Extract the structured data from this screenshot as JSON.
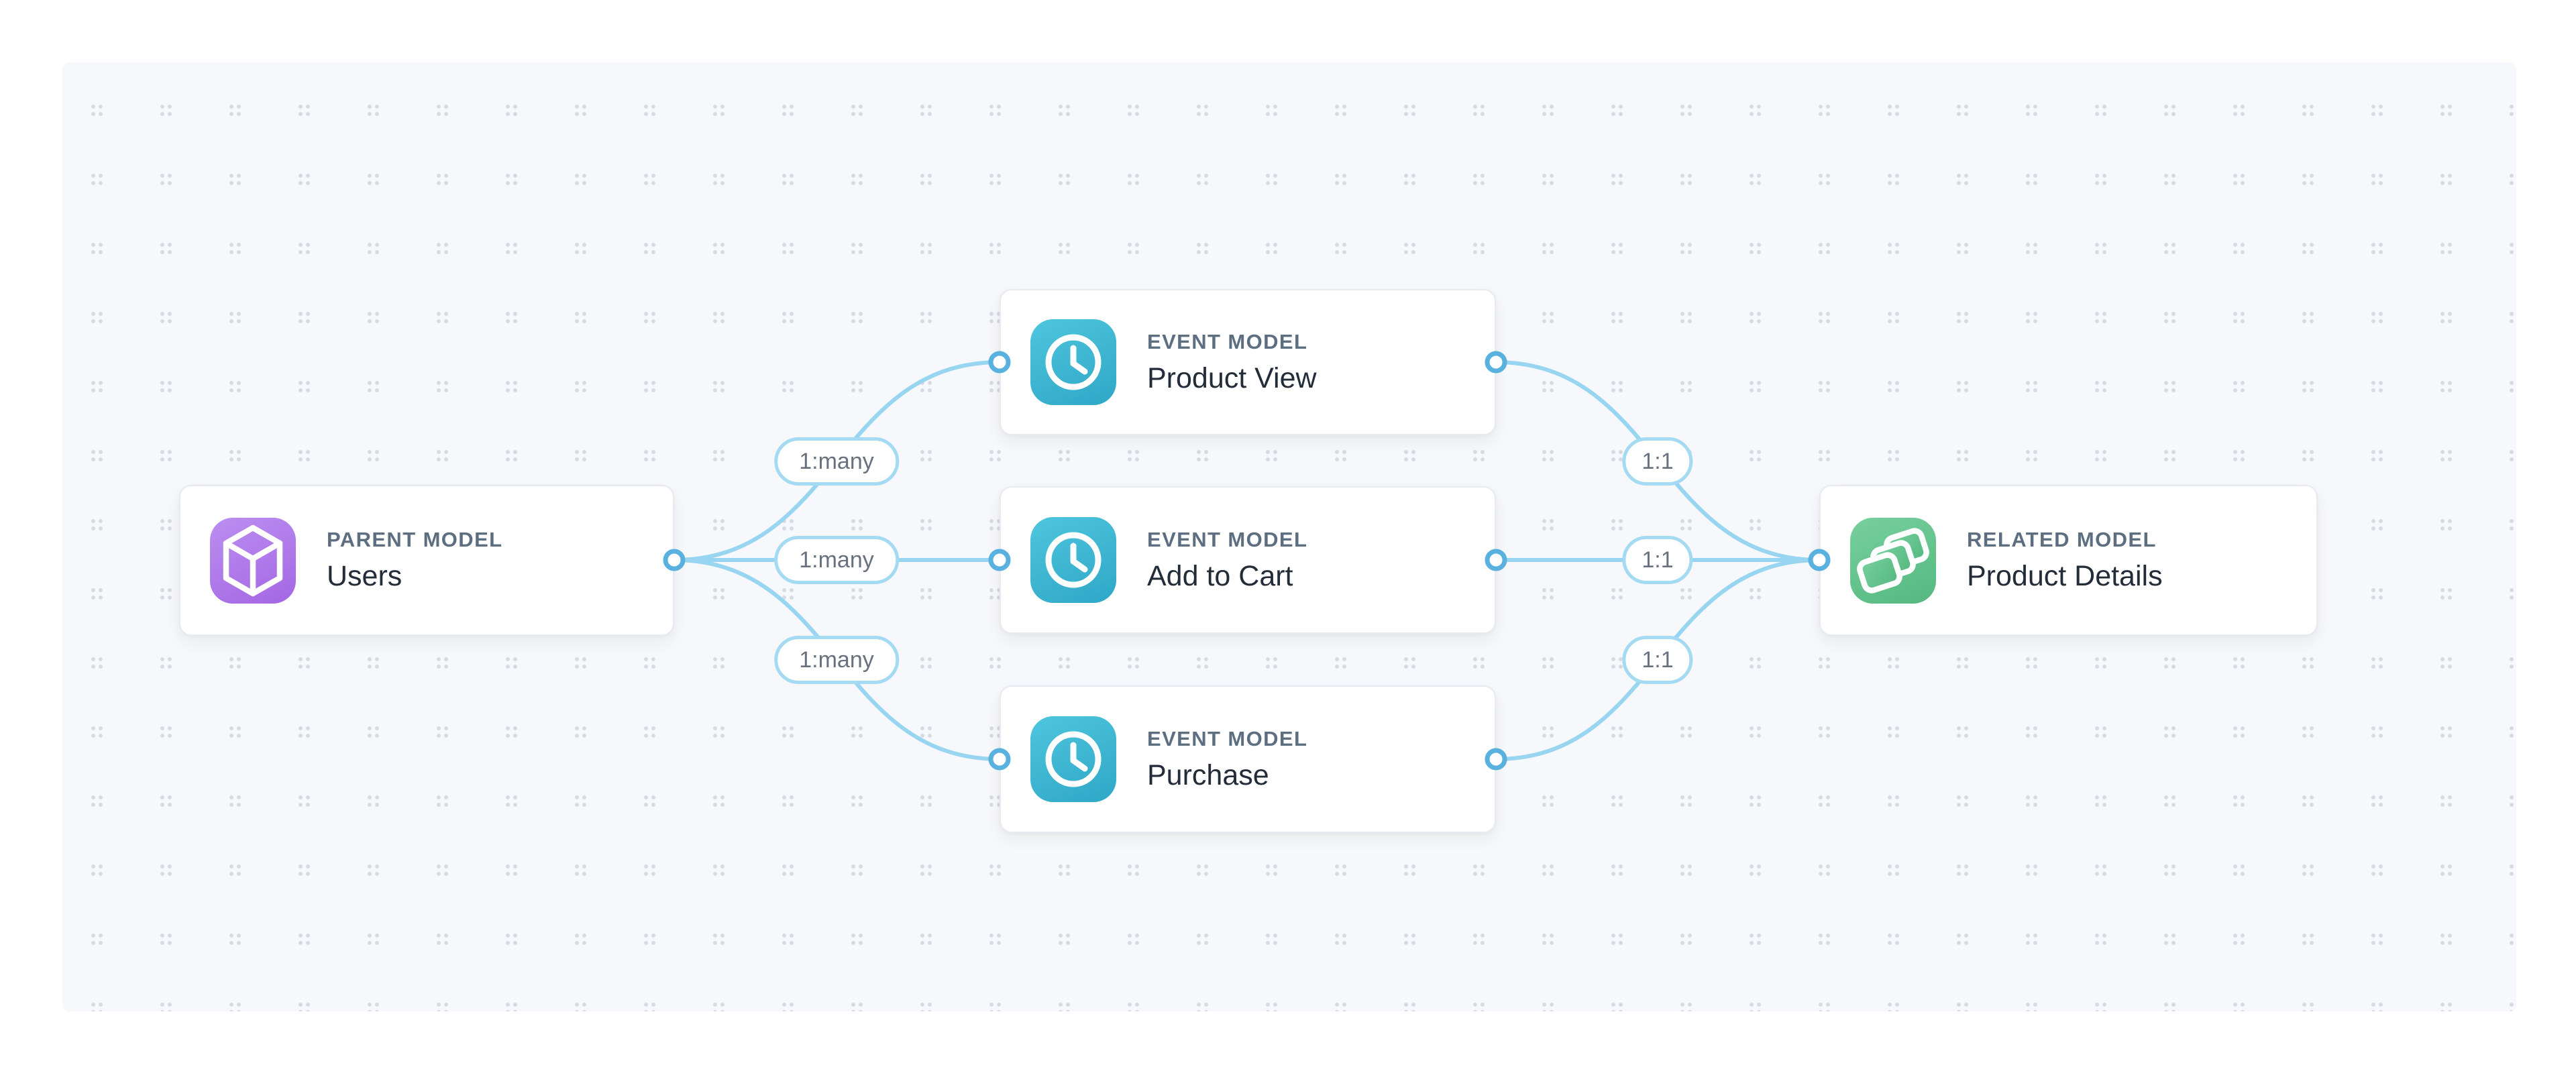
{
  "diagram": {
    "kind": "model-relationship-graph",
    "nodes": [
      {
        "id": "users",
        "type_label": "PARENT MODEL",
        "title": "Users",
        "icon": "cube-icon",
        "accent": "#a56ae4"
      },
      {
        "id": "product-view",
        "type_label": "EVENT MODEL",
        "title": "Product View",
        "icon": "clock-icon",
        "accent": "#39b2d0"
      },
      {
        "id": "add-to-cart",
        "type_label": "EVENT MODEL",
        "title": "Add to Cart",
        "icon": "clock-icon",
        "accent": "#39b2d0"
      },
      {
        "id": "purchase",
        "type_label": "EVENT MODEL",
        "title": "Purchase",
        "icon": "clock-icon",
        "accent": "#39b2d0"
      },
      {
        "id": "product-details",
        "type_label": "RELATED MODEL",
        "title": "Product Details",
        "icon": "layers-icon",
        "accent": "#5fc28c"
      }
    ],
    "edges": [
      {
        "from": "Users",
        "to": "Product View",
        "label": "1:many"
      },
      {
        "from": "Users",
        "to": "Add to Cart",
        "label": "1:many"
      },
      {
        "from": "Users",
        "to": "Purchase",
        "label": "1:many"
      },
      {
        "from": "Product View",
        "to": "Product Details",
        "label": "1:1"
      },
      {
        "from": "Add to Cart",
        "to": "Product Details",
        "label": "1:1"
      },
      {
        "from": "Purchase",
        "to": "Product Details",
        "label": "1:1"
      }
    ],
    "colors": {
      "canvas_background": "#f7f8fb",
      "page_background": "#ffffff",
      "edge_stroke": "#97d5f0",
      "handle_ring": "#58b1de",
      "pill_border": "#a4daf2",
      "pill_text": "#68717d",
      "type_label_text": "#5d6e80",
      "title_text": "#232c39",
      "dot_grid": "#d6dae1"
    }
  }
}
